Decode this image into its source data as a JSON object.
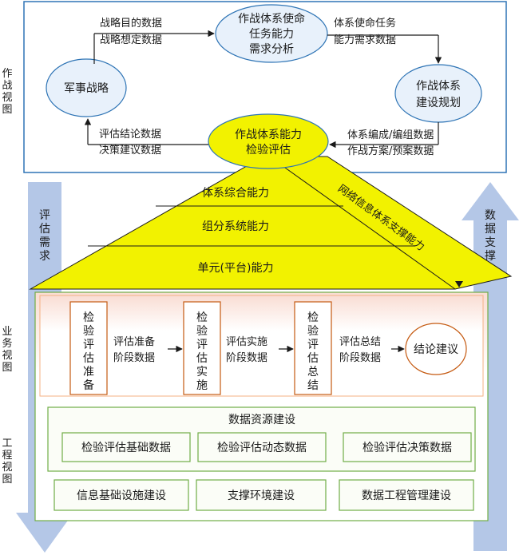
{
  "views": {
    "operational": "作战视图",
    "business": "业务视图",
    "engineering": "工程视图"
  },
  "arrows": {
    "eval_demand": "评估需求",
    "data_support": "数据支撑"
  },
  "operational": {
    "military_strategy": "军事战略",
    "capability_analysis": [
      "作战体系使命",
      "任务能力",
      "需求分析"
    ],
    "construction_planning": [
      "作战体系",
      "建设规划"
    ],
    "capability_evaluation": [
      "作战体系能力",
      "检验评估"
    ],
    "flow_top_left": [
      "战略目的数据",
      "战略想定数据"
    ],
    "flow_top_right": [
      "体系使命任务",
      "能力需求数据"
    ],
    "flow_bottom_right": [
      "体系编成/编组数据",
      "作战方案/预案数据"
    ],
    "flow_bottom_left": [
      "评估结论数据",
      "决策建议数据"
    ]
  },
  "pyramid": {
    "level1": "体系综合能力",
    "level2": "组分系统能力",
    "level3": "单元(平台)能力",
    "side": "网络信息体系支撑能力"
  },
  "business": {
    "stage1": "检验评估准备",
    "stage2": "检验评估实施",
    "stage3": "检验评估总结",
    "flow1": [
      "评估准备",
      "阶段数据"
    ],
    "flow2": [
      "评估实施",
      "阶段数据"
    ],
    "flow3": [
      "评估总结",
      "阶段数据"
    ],
    "conclusion": "结论建议"
  },
  "engineering": {
    "data_resource_title": "数据资源建设",
    "data_items": [
      "检验评估基础数据",
      "检验评估动态数据",
      "检验评估决策数据"
    ],
    "infra_items": [
      "信息基础设施建设",
      "支撑环境建设",
      "数据工程管理建设"
    ]
  },
  "colors": {
    "blue_border": "#2e74b5",
    "ellipse_fill": "#e8f1fb",
    "yellow": "#f2f200",
    "arrow_fill": "#b4c7e7",
    "orange": "#c55a11",
    "green": "#70ad47",
    "green_fill": "#fbfdf7",
    "pink_bg": "#fdf2ee"
  }
}
